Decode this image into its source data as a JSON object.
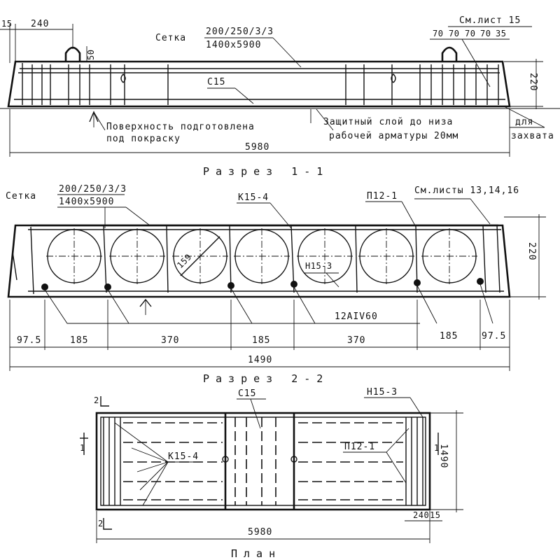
{
  "sheet_note": "См.лист 15",
  "section_1": {
    "title": "Разрез 1-1",
    "mesh_label": "Сетка",
    "mesh_spec_top": "200/250/3/3",
    "mesh_spec_bottom": "1400x5900",
    "bar_label": "С15",
    "note_surface_line1": "Поверхность подготовлена",
    "note_surface_line2": "под покраску",
    "note_cover_line1": "Защитный слой до низа",
    "note_cover_line2": "рабочей арматуры 20мм",
    "note_grip_line1": "для",
    "note_grip_line2": "захвата",
    "dim_15": "15",
    "dim_240": "240",
    "dim_50": "50",
    "dim_70": [
      "70",
      "70",
      "70",
      "70"
    ],
    "dim_35": "35",
    "dim_height": "220",
    "dim_length": "5980"
  },
  "section_2": {
    "title": "Разрез 2-2",
    "mesh_label": "Сетка",
    "mesh_spec_top": "200/250/3/3",
    "mesh_spec_bottom": "1400x5900",
    "frame_label": "К15-4",
    "loop_label": "П12-1",
    "sheets_note": "См.листы 13,14,16",
    "net_label": "Н15-3",
    "hole_diameter": "159",
    "rebar_label": "12AIV60",
    "dim_height": "220",
    "dims": [
      "97.5",
      "185",
      "370",
      "185",
      "370",
      "185",
      "97.5"
    ],
    "dim_total": "1490"
  },
  "plan": {
    "title": "План",
    "bar_label": "С15",
    "net_label": "Н15-3",
    "frame_label": "К15-4",
    "loop_label": "П12-1",
    "mark_2": "2",
    "mark_1": "1",
    "dim_width": "1490",
    "dim_length": "5980",
    "dim_240": "240",
    "dim_15": "15"
  }
}
